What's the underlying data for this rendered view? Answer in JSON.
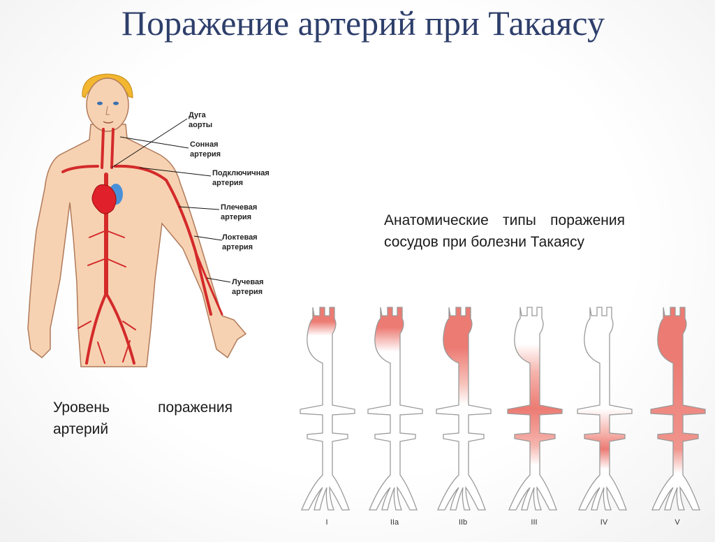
{
  "title": "Поражение артерий при Такаясу",
  "types_caption": "Анатомические типы поражения сосудов при болезни Такаясу",
  "level_caption": "Уровень поражения артерий",
  "anatomy_labels": [
    {
      "id": "arch",
      "l1": "Дуга",
      "l2": "аорты"
    },
    {
      "id": "carotid",
      "l1": "Сонная",
      "l2": "артерия"
    },
    {
      "id": "subclavian",
      "l1": "Подключичная",
      "l2": "артерия"
    },
    {
      "id": "brachial",
      "l1": "Плечевая",
      "l2": "артерия"
    },
    {
      "id": "ulnar",
      "l1": "Локтевая",
      "l2": "артерия"
    },
    {
      "id": "radial",
      "l1": "Лучевая",
      "l2": "артерия"
    }
  ],
  "types": [
    {
      "label": "I",
      "lesion": "arch-branches"
    },
    {
      "label": "IIa",
      "lesion": "ascending-arch"
    },
    {
      "label": "IIb",
      "lesion": "arch-descending-thoracic"
    },
    {
      "label": "III",
      "lesion": "descending-abdominal"
    },
    {
      "label": "IV",
      "lesion": "abdominal"
    },
    {
      "label": "V",
      "lesion": "entire-aorta"
    }
  ],
  "colors": {
    "title": "#2e3f6b",
    "artery": "#d42a2a",
    "lesion": "#ec7b73",
    "skin": "#f6d2b2",
    "hair": "#f2b630"
  }
}
